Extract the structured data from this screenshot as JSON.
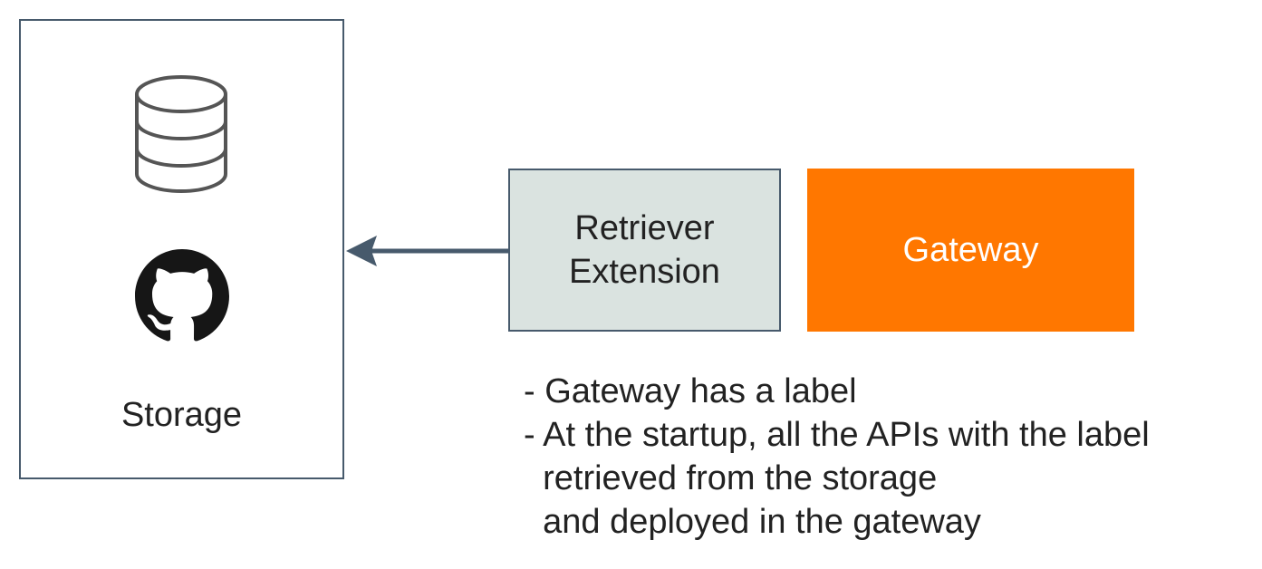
{
  "storage": {
    "label": "Storage",
    "icons": [
      "database-icon",
      "github-icon"
    ]
  },
  "retriever": {
    "label": "Retriever\nExtension"
  },
  "gateway": {
    "label": "Gateway"
  },
  "notes": [
    "- Gateway has a label",
    "- At the startup, all the APIs with the label",
    "  retrieved from the storage",
    "  and deployed in the gateway"
  ],
  "colors": {
    "border": "#475a6c",
    "retriever_fill": "#dae3e0",
    "gateway_fill": "#ff7700",
    "gateway_text": "#ffffff",
    "text": "#222222",
    "arrow": "#475a6c"
  }
}
